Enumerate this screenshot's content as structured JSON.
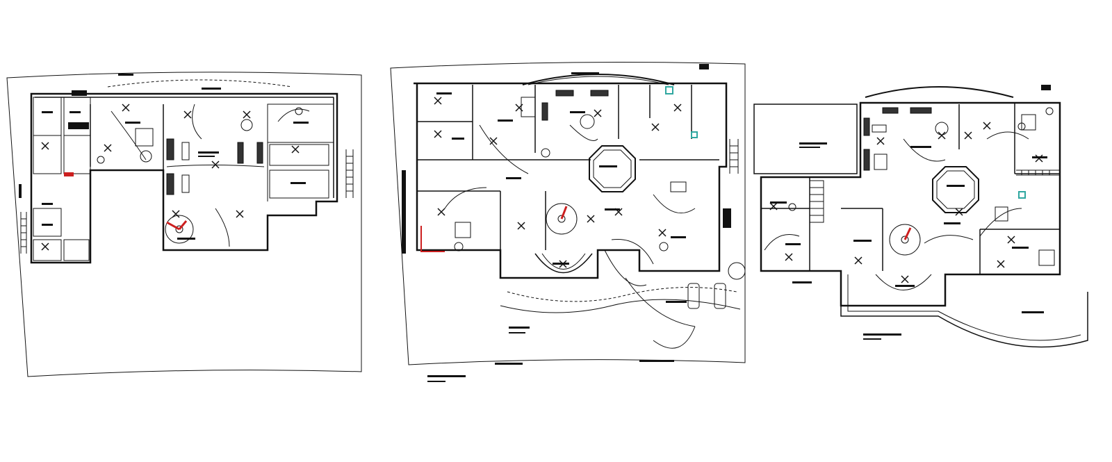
{
  "drawing": {
    "background": "#ffffff",
    "line_color": "#111111",
    "accent_red": "#cc1f1f",
    "accent_cyan": "#2fa7a0"
  },
  "plans": [
    {
      "id": "basement",
      "title_label": "",
      "scale_label": ""
    },
    {
      "id": "ground",
      "title_label": "",
      "scale_label": ""
    },
    {
      "id": "first",
      "title_label": "",
      "scale_label": ""
    }
  ]
}
